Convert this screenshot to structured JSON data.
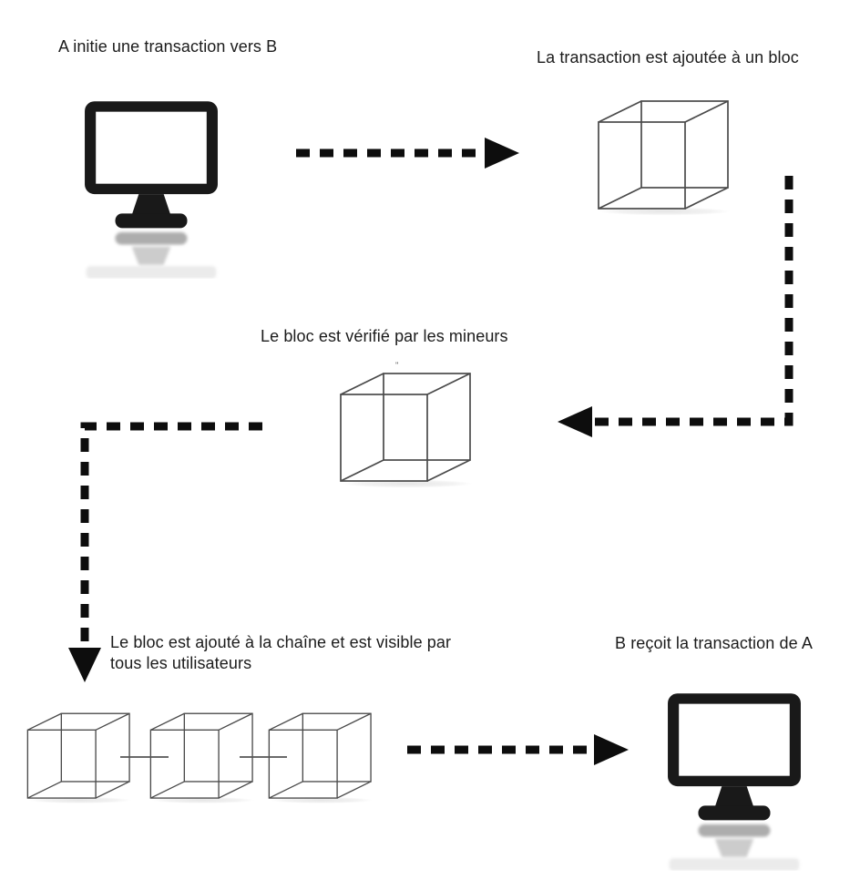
{
  "diagram": {
    "type": "flow-diagram",
    "topic": "blockchain-transaction-process",
    "language": "fr",
    "steps": [
      {
        "name": "initiate-transaction",
        "icon": "computer-monitor",
        "lines": [
          "A initie une transaction vers B"
        ]
      },
      {
        "name": "transaction-added-to-block",
        "icon": "wireframe-cube",
        "lines": [
          "La transaction est ajoutée à un bloc"
        ]
      },
      {
        "name": "block-verified-by-miners",
        "icon": "wireframe-cube",
        "lines": [
          "Le bloc est vérifié par les mineurs"
        ]
      },
      {
        "name": "block-added-to-chain",
        "icon": "cube-chain",
        "lines": [
          "Le bloc est ajouté à la chaîne et est visible par",
          "tous les utilisateurs"
        ]
      },
      {
        "name": "receive-transaction",
        "icon": "computer-monitor",
        "lines": [
          "B reçoit la transaction de A"
        ]
      }
    ],
    "connectors": [
      {
        "from": "initiate-transaction",
        "to": "transaction-added-to-block",
        "style": "dashed-arrow",
        "direction": "right"
      },
      {
        "from": "transaction-added-to-block",
        "to": "block-verified-by-miners",
        "style": "dashed-arrow",
        "direction": "down-then-left"
      },
      {
        "from": "block-verified-by-miners",
        "to": "block-added-to-chain",
        "style": "dashed-arrow",
        "direction": "left-then-down"
      },
      {
        "from": "block-added-to-chain",
        "to": "receive-transaction",
        "style": "dashed-arrow",
        "direction": "right"
      }
    ],
    "decor": {
      "cube_top_mark": "''"
    },
    "colors": {
      "background": "#ffffff",
      "text": "#1b1b1b",
      "arrow": "#0d0d0d",
      "cube_stroke": "#4a4a4a",
      "monitor_fill": "#191919"
    }
  }
}
